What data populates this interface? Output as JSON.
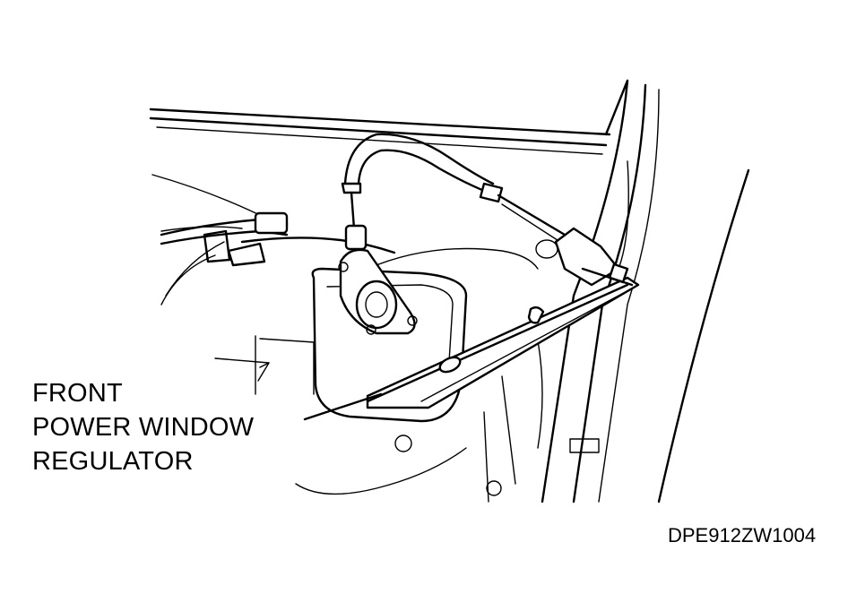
{
  "label": {
    "line1": "FRONT",
    "line2": "POWER WINDOW",
    "line3": "REGULATOR"
  },
  "figure_code": "DPE912ZW1004"
}
